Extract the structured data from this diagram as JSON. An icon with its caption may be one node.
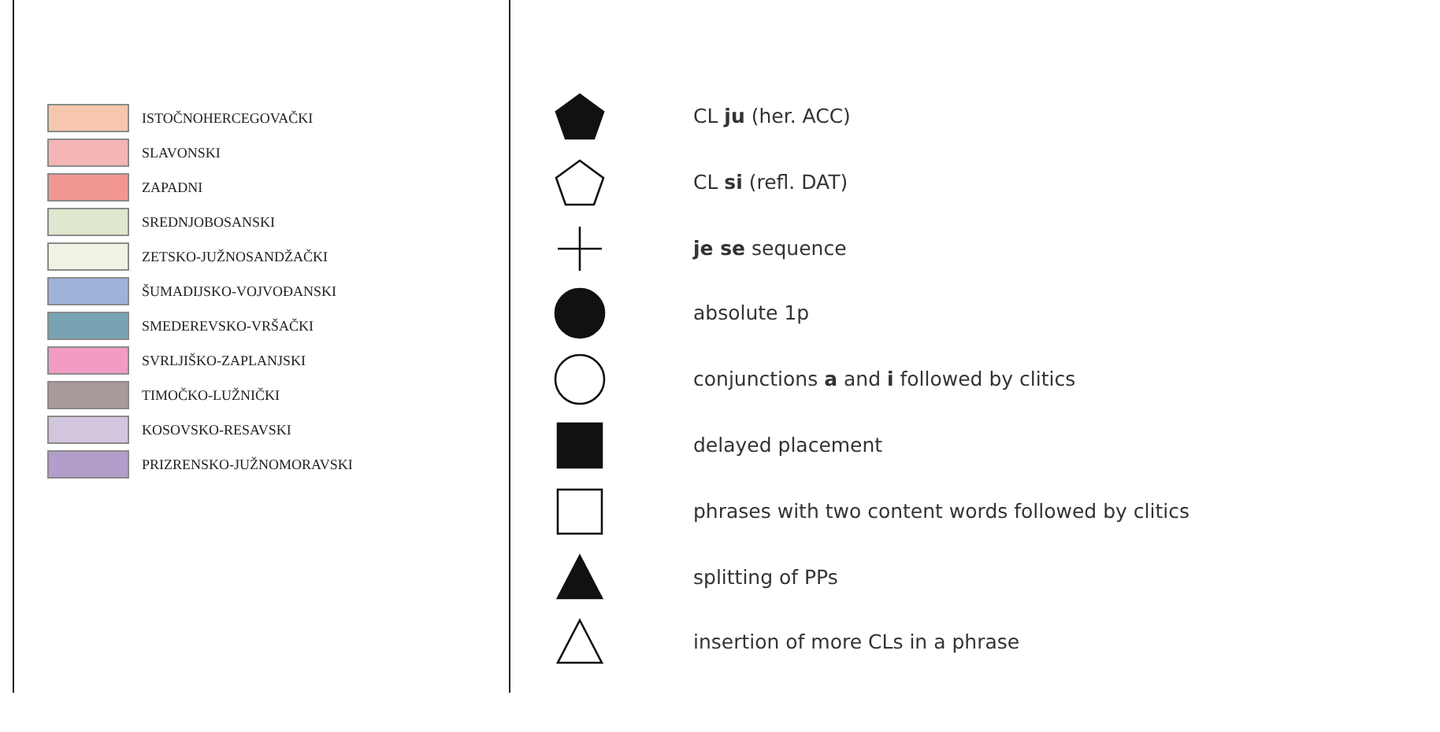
{
  "diagram": {
    "legend": [
      {
        "text": "ISTOČNOHERCEGOVAČKI",
        "color": "#f7c7ad"
      },
      {
        "text": "SLAVONSKI",
        "color": "#f5b5b5"
      },
      {
        "text": "ZAPADNI",
        "color": "#f29693"
      },
      {
        "text": "SREDNJOBOSANSKI",
        "color": "#dfe8ce"
      },
      {
        "text": "ZETSKO-JUŽNOSANDŽAČKI",
        "color": "#eef3e3"
      },
      {
        "text": "ŠUMADIJSKO-VOJVOĐANSKI",
        "color": "#9fb3da"
      },
      {
        "text": "SMEDEREVSKO-VRŠAČKI",
        "color": "#78a3b3"
      },
      {
        "text": "SVRLJIŠKO-ZAPLANJSKI",
        "color": "#f29cc4"
      },
      {
        "text": "TIMOČKO-LUŽNIČKI",
        "color": "#a89a98"
      },
      {
        "text": "KOSOVSKO-RESAVSKI",
        "color": "#d2c6df"
      },
      {
        "text": "PRIZRENSKO-JUŽNOMORAVSKI",
        "color": "#b39dca"
      },
      {
        "text": "CL **ju** (her. ACC)"
      },
      {
        "text": "CL **si** (refl. DAT)"
      },
      {
        "text": "**je se** sequence"
      },
      {
        "text": "absolute 1p"
      },
      {
        "text": "conjunctions **a** and **i** followed by clitics"
      },
      {
        "text": "delayed placement"
      },
      {
        "text": "phrases with two content words followed by clitics"
      },
      {
        "text": "splitting of PPs"
      },
      {
        "text": "insertion of more CLs in a phrase"
      }
    ]
  }
}
